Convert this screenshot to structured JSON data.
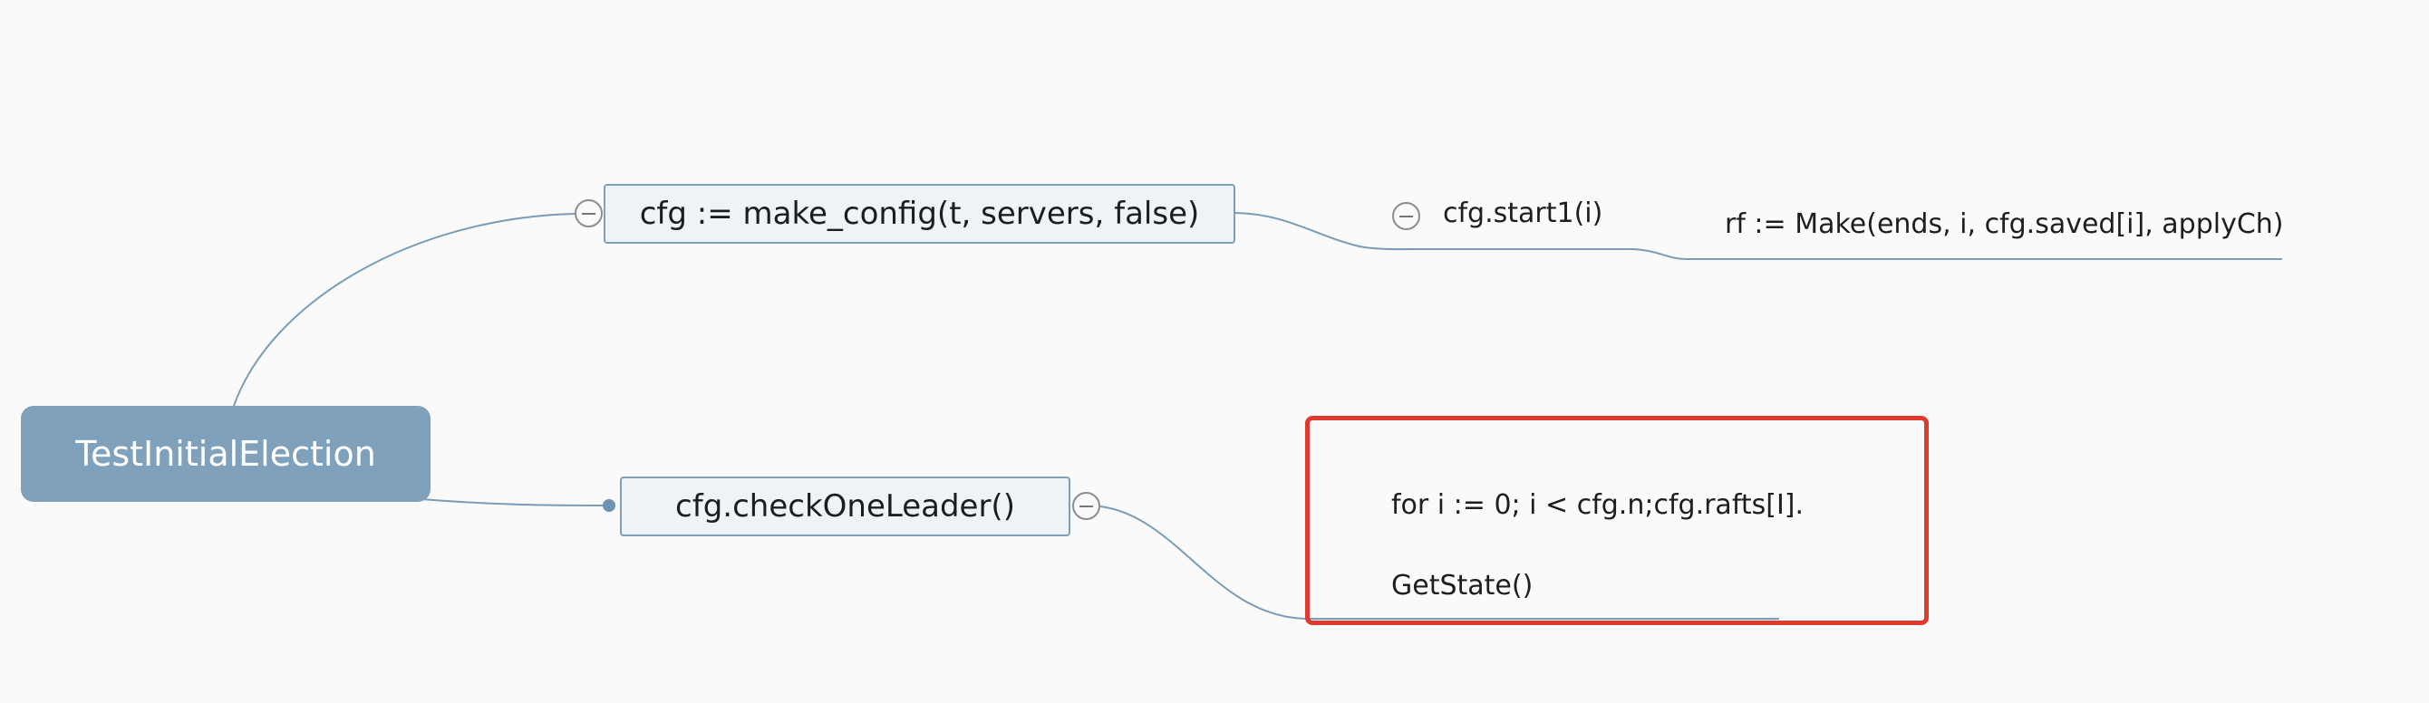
{
  "mindmap": {
    "root": {
      "label": "TestInitialElection"
    },
    "branches": [
      {
        "label": "cfg := make_config(t, servers, false)",
        "children": [
          {
            "label": "cfg.start1(i)",
            "children": [
              {
                "label": "rf := Make(ends, i, cfg.saved[i], applyCh)"
              }
            ]
          }
        ]
      },
      {
        "label": "cfg.checkOneLeader()",
        "children": [
          {
            "lines": [
              "for i := 0; i < cfg.n;cfg.rafts[I].",
              "GetState()"
            ]
          }
        ]
      }
    ]
  },
  "colors": {
    "root_fill": "#7fa1bc",
    "node_fill": "#eef3f8",
    "node_border": "#7f9fb8",
    "connector": "#7a9cb6",
    "highlight": "#e03a2e",
    "background": "#fafafa"
  },
  "icons": [
    "collapse-icon",
    "collapse-icon",
    "collapse-icon",
    "connector-dot-icon"
  ]
}
